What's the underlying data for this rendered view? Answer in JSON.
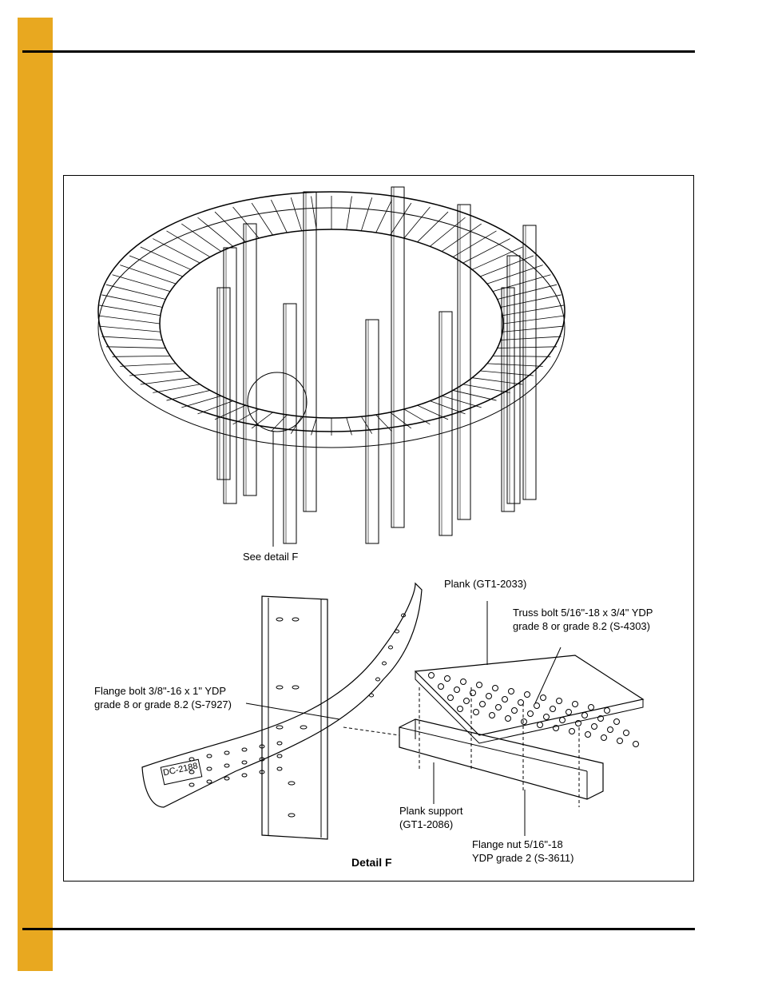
{
  "page": {
    "accent_color": "#e8a820"
  },
  "figure": {
    "stamp_text": "DC-2188",
    "callouts": {
      "see_detail": "See detail F",
      "plank": "Plank (GT1-2033)",
      "truss_bolt_line1": "Truss bolt 5/16\"-18 x 3/4\" YDP",
      "truss_bolt_line2": "grade 8 or grade 8.2 (S-4303)",
      "flange_bolt_line1": "Flange bolt 3/8\"-16 x 1\" YDP",
      "flange_bolt_line2": "grade 8 or grade 8.2 (S-7927)",
      "plank_support_line1": "Plank support",
      "plank_support_line2": "(GT1-2086)",
      "flange_nut_line1": "Flange nut 5/16\"-18",
      "flange_nut_line2": "YDP grade 2 (S-3611)",
      "detail_title": "Detail F"
    }
  }
}
